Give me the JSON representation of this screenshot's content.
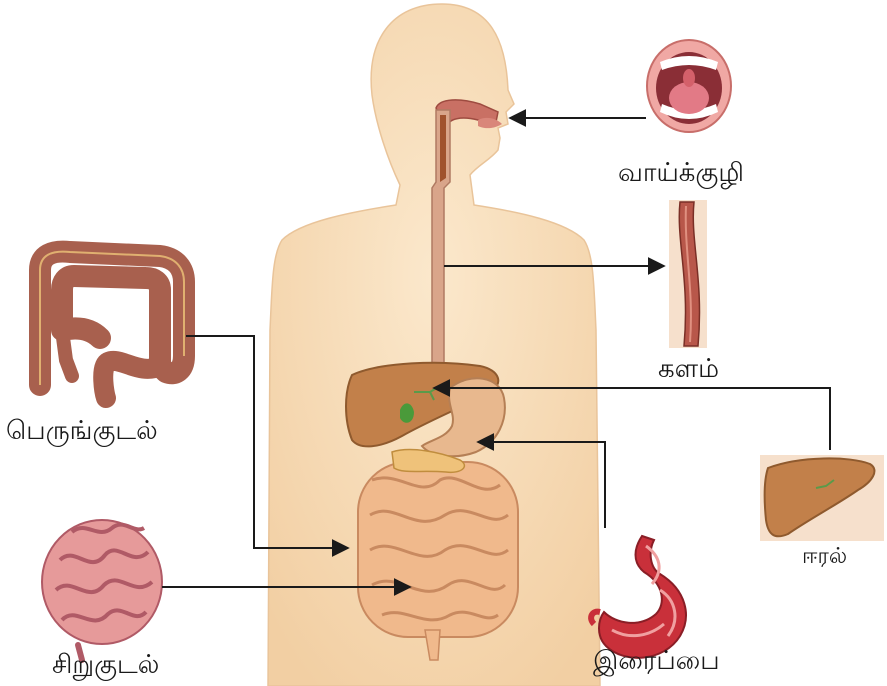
{
  "labels": {
    "mouth": "வாய்க்குழி",
    "esophagus": "களம்",
    "large_intestine": "பெருங்குடல்",
    "liver": "ஈரல்",
    "small_intestine": "சிறுகுடல்",
    "stomach": "இரைப்பை"
  },
  "colors": {
    "body": "#f8dfbd",
    "liver": "#c2804a",
    "colon": "#a8604e",
    "small_intestine": "#e69a9a",
    "stomach": "#c9303a",
    "arrow": "#1a1a1a"
  }
}
